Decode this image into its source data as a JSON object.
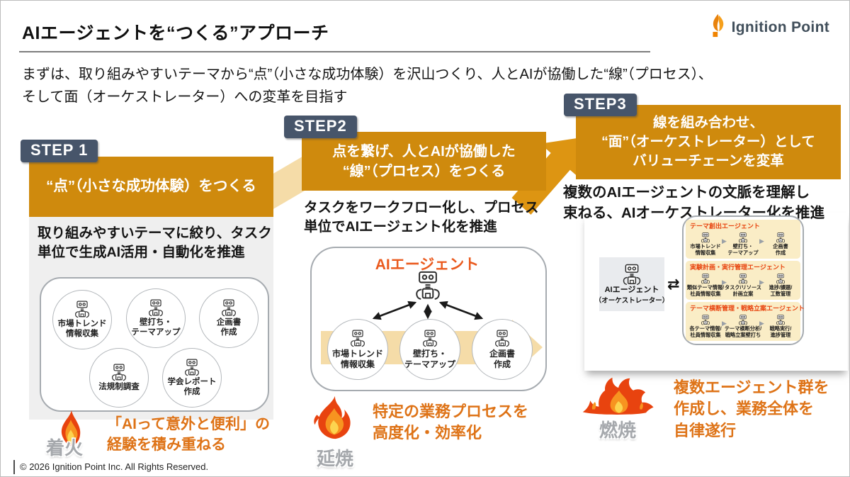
{
  "header": {
    "title": "AIエージェントを“つくる”アプローチ",
    "logo": {
      "text": "Ignition Point"
    }
  },
  "intro": {
    "line1": "まずは、取り組みやすいテーマから“点”（小さな成功体験）を沢山つくり、人とAIが協働した“線”（プロセス）、",
    "line2": "そして面（オーケストレーター）への変革を目指す"
  },
  "steps": {
    "step1": {
      "label": "STEP 1",
      "heading": "“点”（小さな成功体験）をつくる",
      "desc1": "取り組みやすいテーマに絞り、タスク",
      "desc2": "単位で生成AI活用・自動化を推進",
      "agents": {
        "a1": {
          "l1": "市場トレンド",
          "l2": "情報収集"
        },
        "a2": {
          "l1": "壁打ち・",
          "l2": "テーマアップ"
        },
        "a3": {
          "l1": "企画書",
          "l2": "作成"
        },
        "a4": {
          "l1": "法規制調査",
          "l2": ""
        },
        "a5": {
          "l1": "学会レポート",
          "l2": "作成"
        }
      }
    },
    "step2": {
      "label": "STEP2",
      "heading1": "点を繋げ、人とAIが協働した",
      "heading2": "“線”（プロセス）をつくる",
      "desc1": "タスクをワークフロー化し、プロセス",
      "desc2": "単位でAIエージェント化を推進",
      "diagram_title": "AIエージェント",
      "agents": {
        "a1": {
          "l1": "市場トレンド",
          "l2": "情報収集"
        },
        "a2": {
          "l1": "壁打ち・",
          "l2": "テーマアップ"
        },
        "a3": {
          "l1": "企画書",
          "l2": "作成"
        }
      }
    },
    "step3": {
      "label": "STEP3",
      "heading1": "線を組み合わせ、",
      "heading2": "“面”（オーケストレーター）として",
      "heading3": "バリューチェーンを変革",
      "desc1": "複数のAIエージェントの文脈を理解し",
      "desc2": "束ねる、AIオーケストレーター化を推進",
      "orchestrator": {
        "l1": "AIエージェント",
        "l2": "（オーケストレーター）"
      },
      "groups": {
        "g1": {
          "title": "テーマ創出エージェント",
          "i1": {
            "l1": "市場トレンド",
            "l2": "情報収集"
          },
          "i2": {
            "l1": "壁打ち・",
            "l2": "テーマアップ"
          },
          "i3": {
            "l1": "企画書",
            "l2": "作成"
          }
        },
        "g2": {
          "title": "実験計画・実行管理エージェント",
          "i1": {
            "l1": "類似テーマ情報/",
            "l2": "社員情報収集"
          },
          "i2": {
            "l1": "タスク/リソース",
            "l2": "計画立案"
          },
          "i3": {
            "l1": "進捗/課題/",
            "l2": "工数管理"
          }
        },
        "g3": {
          "title": "テーマ横断管理・戦略立案エージェント",
          "i1": {
            "l1": "各テーマ情報/",
            "l2": "社員情報収集"
          },
          "i2": {
            "l1": "テーマ横断分析/",
            "l2": "戦略立案壁打ち"
          },
          "i3": {
            "l1": "戦略実行/",
            "l2": "進捗管理"
          }
        }
      }
    }
  },
  "outcomes": {
    "o1": {
      "stage": "着火",
      "l1": "「AIって意外と便利」の",
      "l2": "経験を積み重ねる"
    },
    "o2": {
      "stage": "延焼",
      "l1": "特定の業務プロセスを",
      "l2": "高度化・効率化"
    },
    "o3": {
      "stage": "燃焼",
      "l1": "複数エージェント群を",
      "l2": "作成し、業務全体を",
      "l3": "自律遂行"
    }
  },
  "icons": {
    "chevron_right": "▶",
    "exchange": "⇄"
  },
  "footer": {
    "copyright": "© 2026 Ignition Point Inc. All Rights Reserved."
  },
  "colors": {
    "amber_box": "#CF8A0D",
    "step_label_bg": "#47556A",
    "accent_orange_text": "#DE7317",
    "diagram_title_orange": "#EA5A1E",
    "group_title_red": "#E8440F",
    "cream_band": "#FAEDC6",
    "tan_arrow": "#F5DCA8"
  }
}
